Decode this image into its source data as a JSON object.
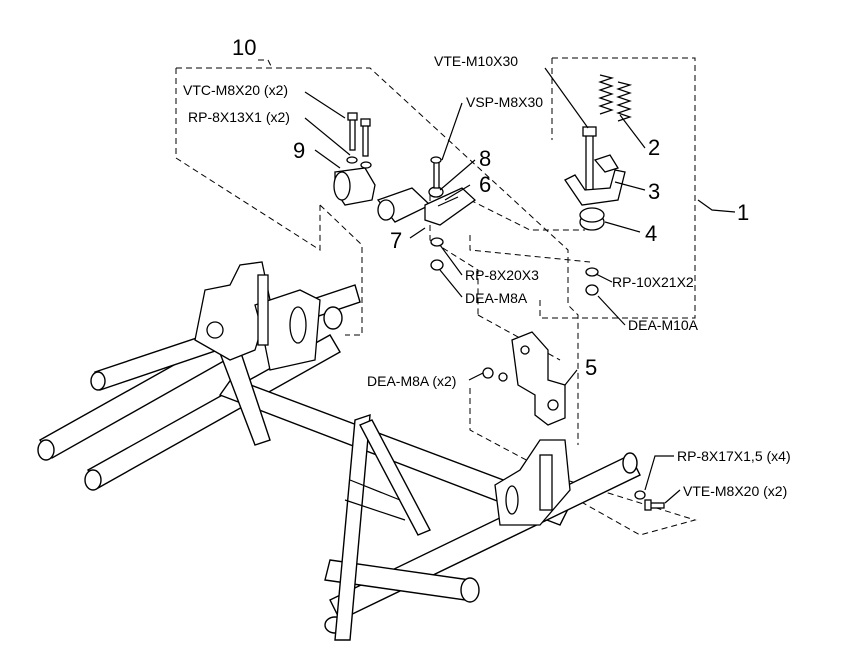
{
  "callouts": {
    "c1": "1",
    "c2": "2",
    "c3": "3",
    "c4": "4",
    "c5": "5",
    "c6": "6",
    "c7": "7",
    "c8": "8",
    "c9": "9",
    "c10": "10"
  },
  "parts": {
    "vte_m10x30": "VTE-M10X30",
    "vtc_m8x20": "VTC-M8X20 (x2)",
    "vsp_m8x30": "VSP-M8X30",
    "rp_8x13x1": "RP-8X13X1 (x2)",
    "rp_8x20x3": "RP-8X20X3",
    "dea_m8a": "DEA-M8A",
    "rp_10x21x2": "RP-10X21X2",
    "dea_m10a": "DEA-M10A",
    "dea_m8a_x2": "DEA-M8A (x2)",
    "rp_8x17x1_5": "RP-8X17X1,5 (x4)",
    "vte_m8x20": "VTE-M8X20 (x2)"
  }
}
